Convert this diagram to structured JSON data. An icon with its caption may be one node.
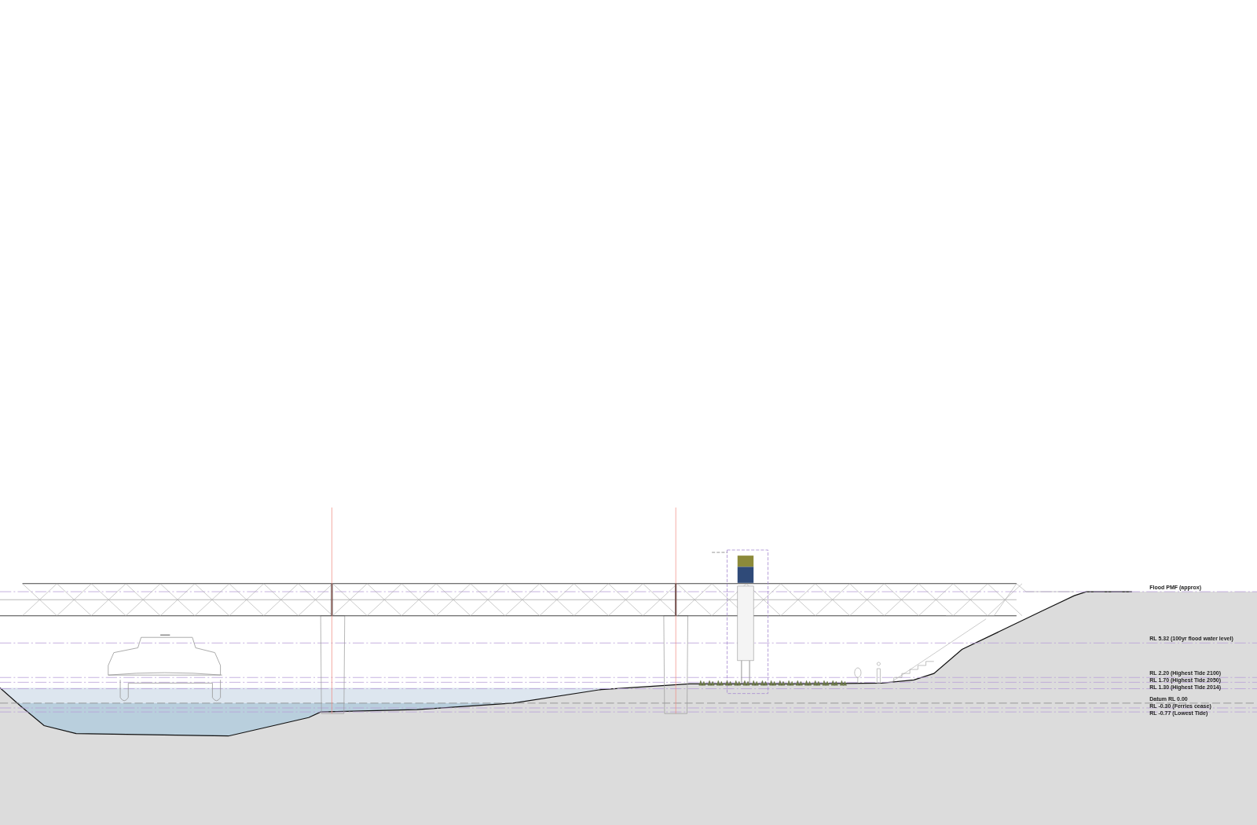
{
  "diagram": {
    "labels": [
      "Flood PMF (approx)",
      "RL 5.32 (100yr flood water level)",
      "RL 2.20 (Highest Tide 2100)",
      "RL 1.70 (Highest Tide 2050)",
      "RL 1.30 (Highest Tide 2014)",
      "Datum RL 0.00",
      "RL -0.30 (Ferries cease)",
      "RL -0.77 (Lowest Tide)"
    ]
  }
}
